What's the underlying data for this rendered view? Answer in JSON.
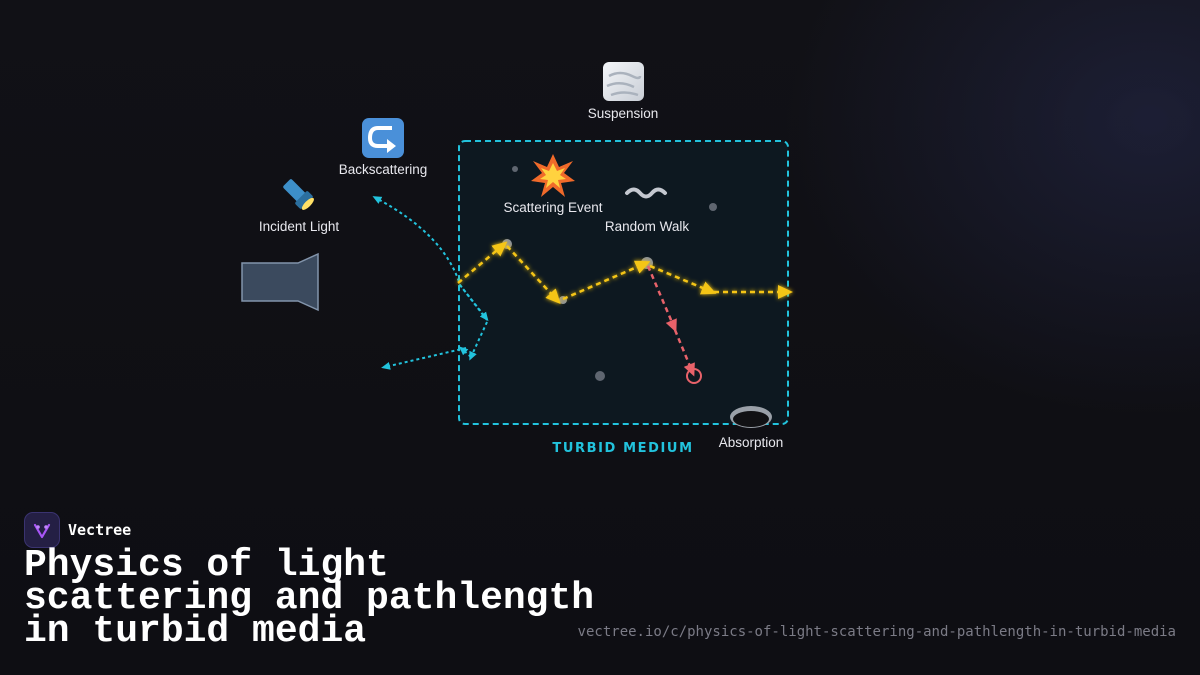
{
  "nodes": {
    "incident_light": {
      "label": "Incident Light",
      "icon": "flashlight-icon",
      "glyph": "🔦"
    },
    "backscattering": {
      "label": "Backscattering",
      "icon": "return-arrow-icon",
      "glyph": "↪"
    },
    "suspension": {
      "label": "Suspension",
      "icon": "fog-icon"
    },
    "scattering_event": {
      "label": "Scattering Event",
      "icon": "collision-icon",
      "glyph": "💥"
    },
    "random_walk": {
      "label": "Random Walk",
      "icon": "wavy-dash-icon"
    },
    "absorption": {
      "label": "Absorption",
      "icon": "hole-icon"
    }
  },
  "medium": {
    "label": "TURBID MEDIUM"
  },
  "brand": {
    "name": "Vectree"
  },
  "title": "Physics of light scattering and pathlength in turbid media",
  "url": "vectree.io/c/physics-of-light-scattering-and-pathlength-in-turbid-media",
  "colors": {
    "accent_cyan": "#22c3dd",
    "path_yellow": "#f5c518",
    "absorb_red": "#e8626a",
    "source_fill": "#3b4a5e"
  }
}
